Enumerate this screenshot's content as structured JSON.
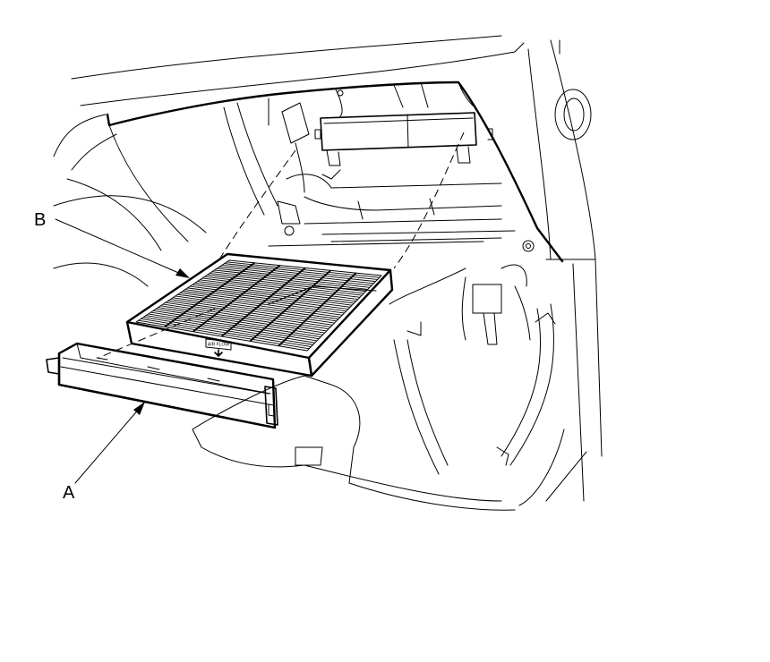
{
  "diagram": {
    "callouts": [
      {
        "id": "A",
        "label": "A"
      },
      {
        "id": "B",
        "label": "B"
      }
    ],
    "filter_tag": {
      "line1": "AIR FLOW"
    }
  }
}
